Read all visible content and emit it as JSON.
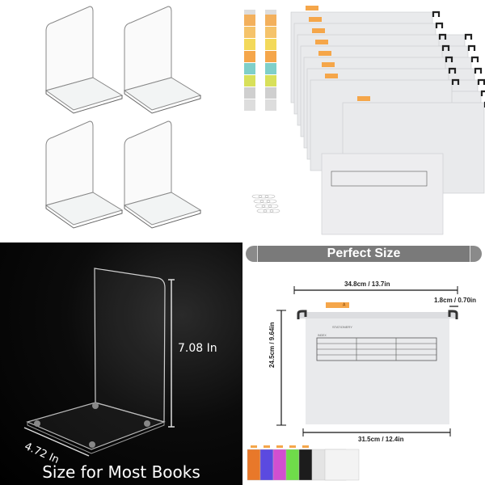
{
  "panels": {
    "bookends_set": {
      "count": 4
    },
    "folders_set": {
      "tab_color": "#f5a64a",
      "folder_color": "#e9eaec"
    },
    "bookend_size": {
      "height_label": "7.08 In",
      "depth_label": "4.72 In",
      "caption": "Size for Most Books"
    },
    "folder_size": {
      "banner": "Perfect Size",
      "width_label": "34.8cm / 13.7in",
      "hook_label": "1.8cm / 0.70in",
      "height_label": "24.5cm / 9.64in",
      "body_width_label": "31.5cm / 12.4in",
      "tab_letter": "A",
      "brand": "STATIONERY",
      "index_label": "INDEX",
      "variant_colors": [
        "#e8782a",
        "#5b4ae0",
        "#d24fd0",
        "#6fdc4a",
        "#1c1c1c",
        "#e4e4e4",
        "#f3f3f3"
      ]
    }
  }
}
